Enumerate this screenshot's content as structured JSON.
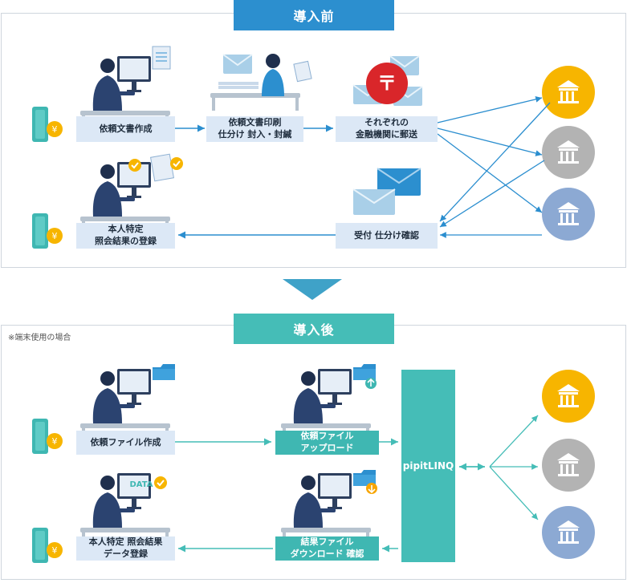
{
  "before": {
    "header": "導入前",
    "steps": {
      "create_doc": "依頼文書作成",
      "print_doc": "依頼文書印刷\n仕分け 封入・封緘",
      "mail": "それぞれの\n金融機関に郵送",
      "receive": "受付 仕分け確認",
      "register": "本人特定\n照会結果の登録"
    },
    "postal_mark": "〒"
  },
  "after": {
    "header": "導入後",
    "note": "※端末使用の場合",
    "steps": {
      "create_file": "依頼ファイル作成",
      "upload": "依頼ファイル\nアップロード",
      "download": "結果ファイル\nダウンロード 確認",
      "register": "本人特定 照会結果\nデータ登録"
    },
    "service": "pipitLINQ",
    "data_tag": "DATA"
  },
  "colors": {
    "header_before": "#2c8fcf",
    "header_after": "#45bdb7",
    "bank_gold": "#f7b500",
    "bank_gray": "#b3b3b3",
    "bank_blue": "#8ca9d3",
    "arrow_blue": "#2b8ecf",
    "arrow_teal": "#45bdb7",
    "box_light": "#dce8f6"
  },
  "icons": [
    "worker-icon",
    "document-icon",
    "envelope-icon",
    "postal-icon",
    "bank-icon",
    "wallet-icon",
    "check-icon",
    "folder-icon",
    "upload-icon",
    "download-icon"
  ]
}
